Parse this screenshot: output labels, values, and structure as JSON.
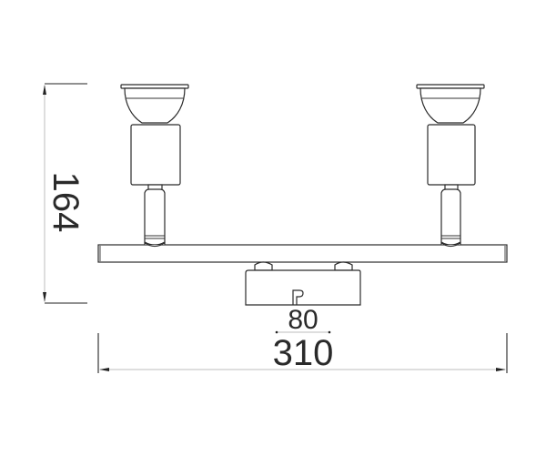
{
  "drawing": {
    "subject": "Two-spotlight bar ceiling fixture, front elevation",
    "dimensions": {
      "height": {
        "value": "164",
        "orientation": "vertical"
      },
      "base_width": {
        "value": "80",
        "orientation": "horizontal"
      },
      "total_width": {
        "value": "310",
        "orientation": "horizontal"
      }
    },
    "components": [
      "spotlight-left",
      "spotlight-right",
      "crossbar",
      "mounting-base"
    ],
    "colors": {
      "line": "#2b2b2b",
      "dimension_line": "#bdbdbd",
      "background": "#ffffff"
    }
  }
}
